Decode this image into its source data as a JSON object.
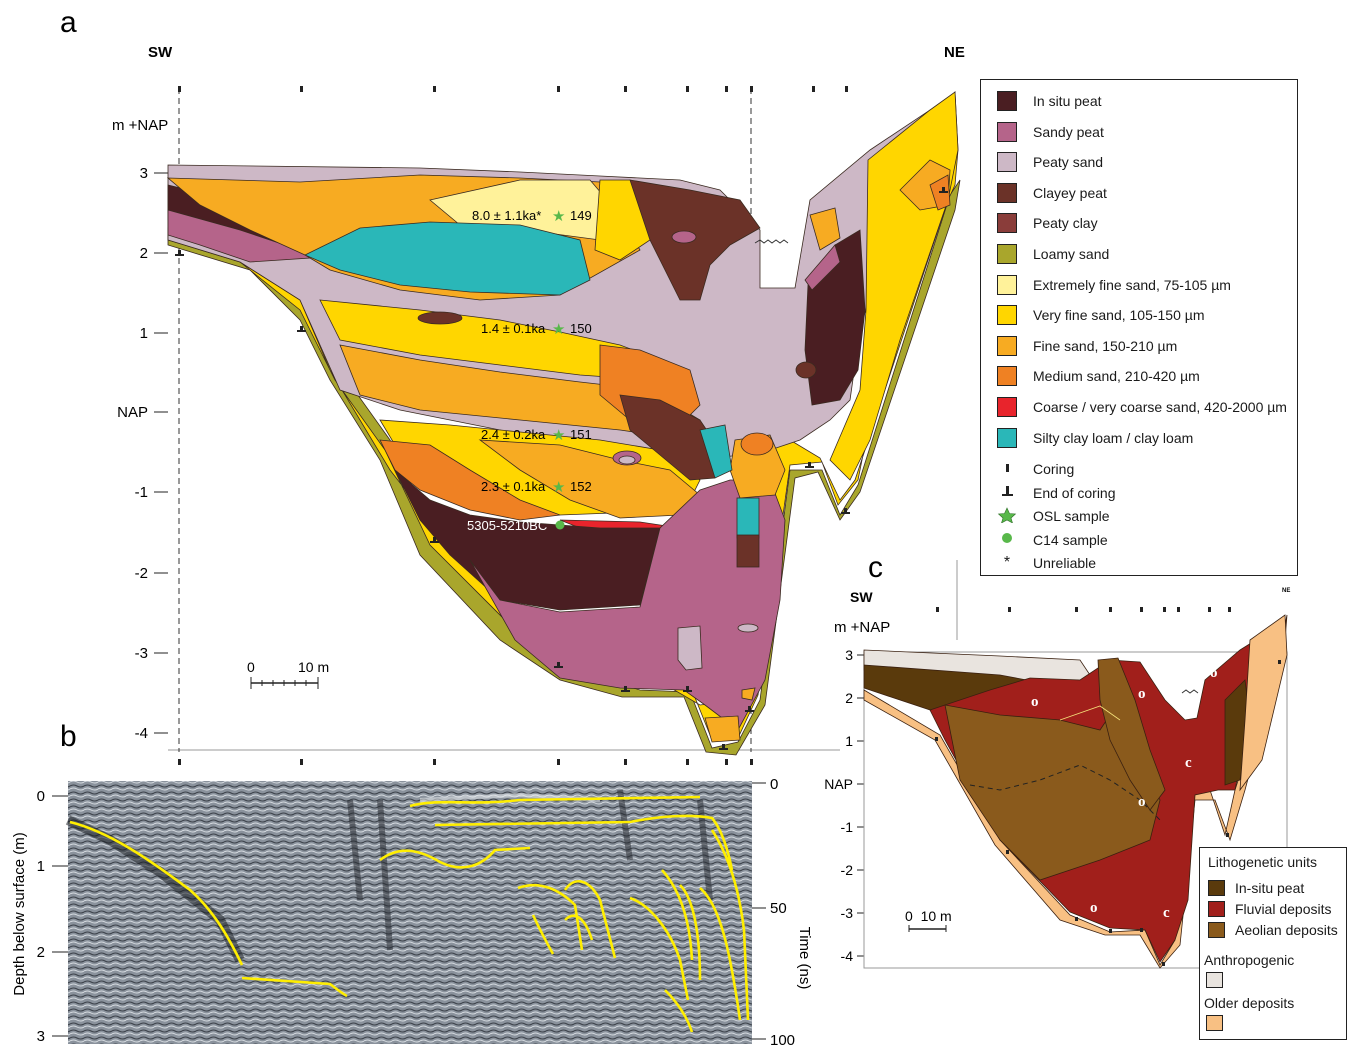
{
  "panel_a": {
    "letter": "a",
    "sw": "SW",
    "ne": "NE",
    "y_unit": "m +NAP",
    "y_ticks": [
      "3",
      "2",
      "1",
      "NAP",
      "-1",
      "-2",
      "-3",
      "-4"
    ],
    "scale_0": "0",
    "scale_10": "10 m",
    "samples": [
      "8.0 ± 1.1ka* ",
      "149",
      "1.4 ± 0.1ka ",
      "150",
      "2.4 ± 0.2ka ",
      "151",
      "2.3 ± 0.1ka ",
      "152",
      "5305-5210BC"
    ]
  },
  "legend_a": {
    "units": [
      {
        "label": "In situ peat",
        "color": "#4a1e22"
      },
      {
        "label": "Sandy peat",
        "color": "#b5648a"
      },
      {
        "label": "Peaty sand",
        "color": "#cdb8c6"
      },
      {
        "label": "Clayey peat",
        "color": "#6b3228"
      },
      {
        "label": "Peaty clay",
        "color": "#8a3d3a"
      },
      {
        "label": "Loamy sand",
        "color": "#a9a62c"
      },
      {
        "label": "Extremely fine sand, 75-105 µm",
        "color": "#fff29a"
      },
      {
        "label": "Very fine sand, 105-150 µm",
        "color": "#ffd600"
      },
      {
        "label": "Fine sand, 150-210 µm",
        "color": "#f7ab22"
      },
      {
        "label": "Medium sand, 210-420 µm",
        "color": "#ef8123"
      },
      {
        "label": "Coarse / very coarse sand, 420-2000 µm",
        "color": "#e8242c"
      },
      {
        "label": "Silty clay loam / clay loam",
        "color": "#2ab7b8"
      }
    ],
    "symbols": [
      {
        "label": "Coring",
        "icon": "coring-tick"
      },
      {
        "label": "End of coring",
        "icon": "end-of-coring"
      },
      {
        "label": "OSL sample",
        "icon": "star"
      },
      {
        "label": "C14 sample",
        "icon": "circle"
      },
      {
        "label": "Unreliable",
        "icon": "asterisk"
      }
    ]
  },
  "panel_b": {
    "letter": "b",
    "y_left_label": "Depth below surface (m)",
    "y_left_ticks": [
      "0",
      "1",
      "2",
      "3"
    ],
    "y_right_label": "Time (ns)",
    "y_right_ticks": [
      "0",
      "50",
      "100"
    ]
  },
  "panel_c": {
    "letter": "c",
    "sw": "SW",
    "ne": "NE",
    "y_unit": "m +NAP",
    "y_ticks": [
      "3",
      "2",
      "1",
      "NAP",
      "-1",
      "-2",
      "-3",
      "-4"
    ],
    "unit_marks": [
      "o",
      "o",
      "o",
      "c",
      "o",
      "c",
      "o"
    ],
    "scale": "0  10 m"
  },
  "legend_c": {
    "title": "Lithogenetic units",
    "units": [
      {
        "label": "In-situ peat",
        "color": "#5a3a0c"
      },
      {
        "label": "Fluvial deposits",
        "color": "#a11f1b"
      },
      {
        "label": "Aeolian deposits",
        "color": "#8a5a1c"
      }
    ],
    "extra": [
      {
        "label": "Anthropogenic",
        "color": "#e9e4df"
      },
      {
        "label": "Older deposits",
        "color": "#f8c083"
      }
    ]
  }
}
